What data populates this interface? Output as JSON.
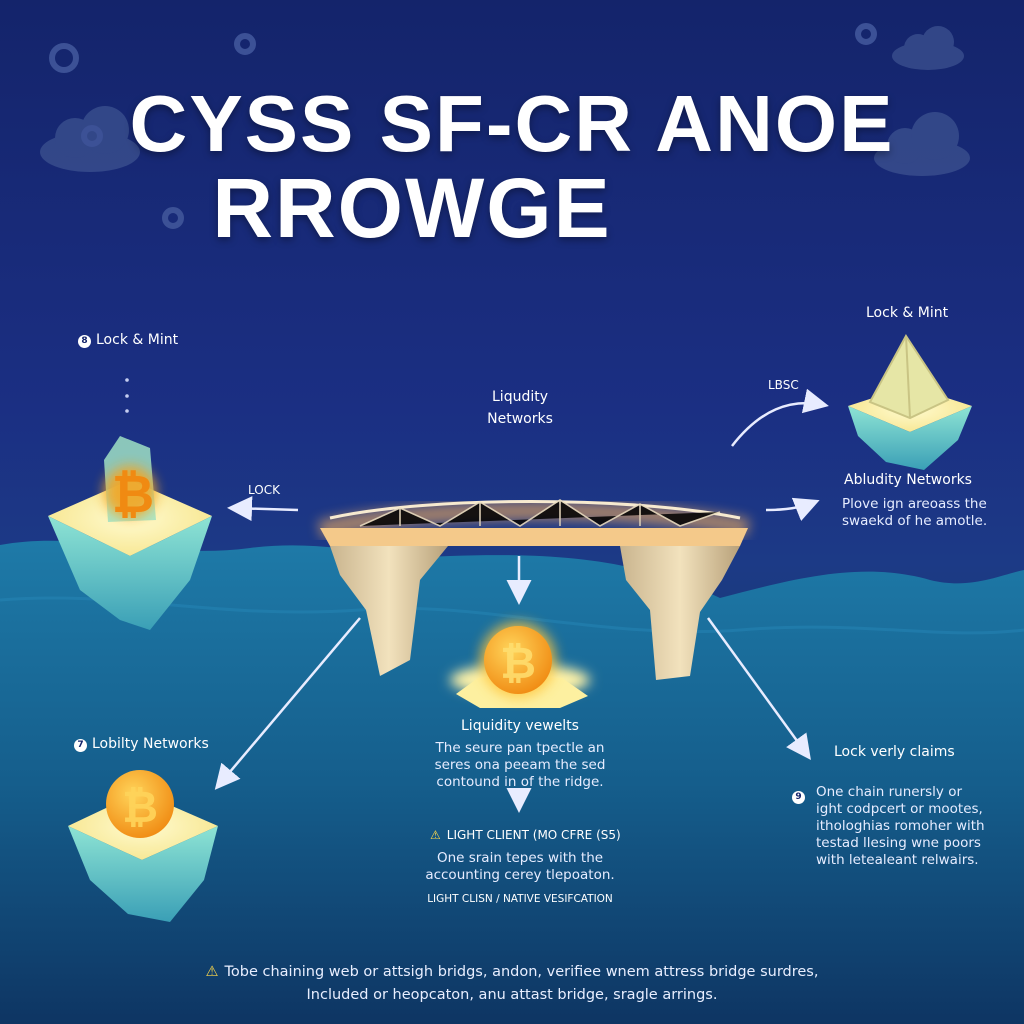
{
  "title": {
    "line1": "CYSS  SF-CR ANOE",
    "line2": "RROWGE"
  },
  "labels": {
    "lock_mint_left": "Lock & Mint",
    "lock_mint_left_num": "8",
    "lock": "LOCK",
    "liquidity_networks_top_l1": "Liqudity",
    "liquidity_networks_top_l2": "Networks",
    "lock_mint_right": "Lock & Mint",
    "lbsc": "LBSC",
    "abludity_networks": "Abludity Networks",
    "abludity_desc_l1": "Plove ign areoass the",
    "abludity_desc_l2": "swaekd of he amotle.",
    "lobilty_networks": "Lobilty Networks",
    "lobilty_num": "7",
    "liquidity_vewelts": "Liquidity vewelts",
    "center_desc_l1": "The seure pan tpectle an",
    "center_desc_l2": "seres ona peeam the sed",
    "center_desc_l3": "contound in of the ridge.",
    "light_client_heading": "LIGHT CLIENT (MO CFRE (S5)",
    "light_client_desc_l1": "One srain tepes with the",
    "light_client_desc_l2": "accounting cerey tlepoaton.",
    "light_client_native": "LIGHT CLISN / NATIVE VESIFCATION",
    "lock_verly_claims": "Lock verly claims",
    "right_num": "9",
    "right_desc_l1": "One chain runersly or",
    "right_desc_l2": "ight codpcert or mootes,",
    "right_desc_l3": "ithologhias romoher with",
    "right_desc_l4": "testad llesing wne poors",
    "right_desc_l5": "with letealeant relwairs."
  },
  "footer": {
    "line1": "Tobe chaining web or attsigh bridgs, andon, verifiee wnem attress bridge surdres,",
    "line2": "Included or heopcaton, anu attast bridge, sragle arrings."
  },
  "colors": {
    "background_top": "#14246b",
    "background_bottom": "#0f2c55",
    "ocean": "#1b6e9a",
    "bitcoin_orange": "#f29b1f",
    "island_top": "#fdf3a6",
    "island_ice": "#6fd0c8",
    "bridge_glow": "#ffb45a",
    "warning_yellow": "#ffd94a"
  },
  "icons": {
    "coin": "bitcoin-icon",
    "crystal": "crystal-icon",
    "warning": "warning-icon"
  }
}
